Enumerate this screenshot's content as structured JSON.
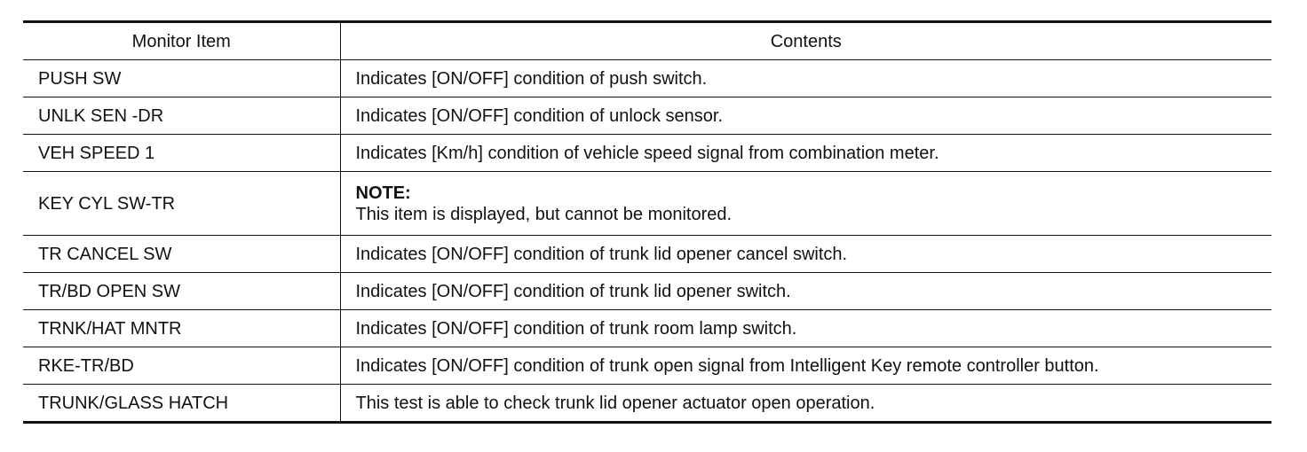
{
  "table": {
    "headers": [
      "Monitor Item",
      "Contents"
    ],
    "rows": [
      {
        "item": "PUSH SW",
        "contents": "Indicates [ON/OFF] condition of push switch."
      },
      {
        "item": "UNLK SEN -DR",
        "contents": "Indicates [ON/OFF] condition of unlock sensor."
      },
      {
        "item": "VEH SPEED 1",
        "contents": "Indicates [Km/h] condition of vehicle speed signal from combination meter."
      },
      {
        "item": "KEY CYL SW-TR",
        "note_label": "NOTE:",
        "contents": "This item is displayed, but cannot be monitored."
      },
      {
        "item": "TR CANCEL SW",
        "contents": "Indicates [ON/OFF] condition of trunk lid opener cancel switch."
      },
      {
        "item": "TR/BD OPEN SW",
        "contents": "Indicates [ON/OFF] condition of trunk lid opener switch."
      },
      {
        "item": "TRNK/HAT MNTR",
        "contents": "Indicates [ON/OFF] condition of trunk room lamp switch."
      },
      {
        "item": "RKE-TR/BD",
        "contents": "Indicates [ON/OFF] condition of trunk open signal from Intelligent Key remote controller button."
      },
      {
        "item": "TRUNK/GLASS HATCH",
        "contents": "This test is able to check trunk lid opener actuator open operation."
      }
    ]
  }
}
